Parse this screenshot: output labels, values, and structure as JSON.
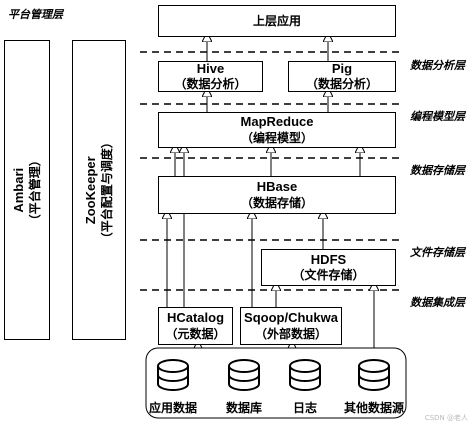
{
  "left_header": "平台管理层",
  "ambari": {
    "title": "Ambari",
    "subtitle": "（平台管理）"
  },
  "zookeeper": {
    "title": "ZooKeeper",
    "subtitle": "（平台配置与调度）"
  },
  "top_app": "上层应用",
  "hive": {
    "title": "Hive",
    "subtitle": "（数据分析）"
  },
  "pig": {
    "title": "Pig",
    "subtitle": "（数据分析）"
  },
  "mapreduce": {
    "title": "MapReduce",
    "subtitle": "（编程模型）"
  },
  "hbase": {
    "title": "HBase",
    "subtitle": "（数据存储）"
  },
  "hdfs": {
    "title": "HDFS",
    "subtitle": "（文件存储）"
  },
  "hcatalog": {
    "title": "HCatalog",
    "subtitle": "（元数据）"
  },
  "sqoop": {
    "title": "Sqoop/Chukwa",
    "subtitle": "（外部数据）"
  },
  "layers": [
    "数据分析层",
    "编程模型层",
    "数据存储层",
    "文件存储层",
    "数据集成层"
  ],
  "sources": [
    "应用数据",
    "数据库",
    "日志",
    "其他数据源"
  ],
  "watermark": "CSDN @老人"
}
